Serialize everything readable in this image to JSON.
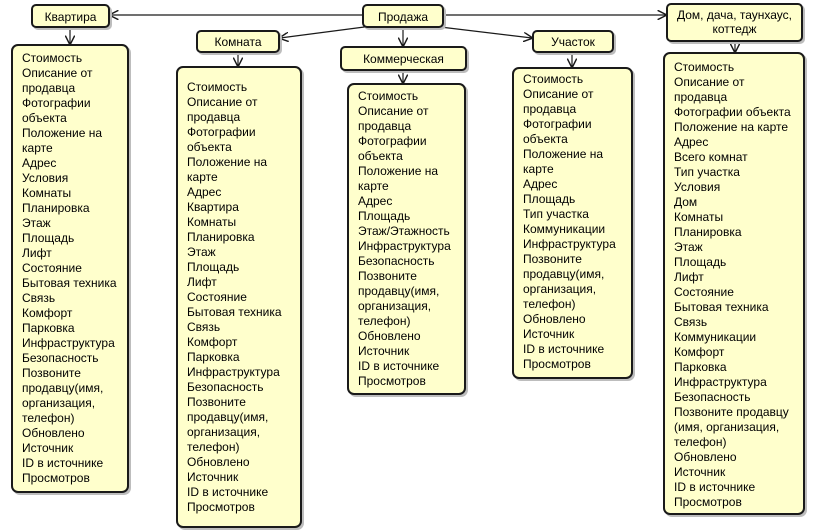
{
  "root": "Продажа",
  "categories": [
    {
      "label": "Квартира",
      "fields": [
        "Стоимость",
        "Описание от",
        "продавца",
        "Фотографии",
        "объекта",
        "Положение на",
        "карте",
        "Адрес",
        "Условия",
        "Комнаты",
        "Планировка",
        "Этаж",
        "Площадь",
        "Лифт",
        "Состояние",
        "Бытовая техника",
        "Связь",
        "Комфорт",
        "Парковка",
        "Инфраструктура",
        "Безопасность",
        "Позвоните",
        "продавцу(имя,",
        "организация,",
        "телефон)",
        "Обновлено",
        "Источник",
        "ID в источнике",
        "Просмотров"
      ]
    },
    {
      "label": "Комната",
      "fields": [
        "Стоимость",
        "Описание от",
        "продавца",
        "Фотографии",
        "объекта",
        "Положение на",
        "карте",
        "Адрес",
        "Квартира",
        "Комнаты",
        "Планировка",
        "Этаж",
        "Площадь",
        "Лифт",
        "Состояние",
        "Бытовая техника",
        "Связь",
        "Комфорт",
        "Парковка",
        "Инфраструктура",
        "Безопасность",
        "Позвоните",
        "продавцу(имя,",
        "организация,",
        "телефон)",
        "Обновлено",
        "Источник",
        "ID в источнике",
        "Просмотров"
      ]
    },
    {
      "label": "Коммерческая",
      "fields": [
        "Стоимость",
        "Описание от",
        "продавца",
        "Фотографии",
        "объекта",
        "Положение на",
        "карте",
        "Адрес",
        "Площадь",
        "Этаж/Этажность",
        "Инфраструктура",
        "Безопасность",
        "Позвоните",
        "продавцу(имя,",
        "организация,",
        "телефон)",
        "Обновлено",
        "Источник",
        "ID в источнике",
        "Просмотров"
      ]
    },
    {
      "label": "Участок",
      "fields": [
        "Стоимость",
        "Описание от",
        "продавца",
        "Фотографии",
        "объекта",
        "Положение на",
        "карте",
        "Адрес",
        "Площадь",
        "Тип участка",
        "Коммуникации",
        "Инфраструктура",
        "Позвоните",
        "продавцу(имя,",
        "организация,",
        "телефон)",
        "Обновлено",
        "Источник",
        "ID в источнике",
        "Просмотров"
      ]
    },
    {
      "label": "Дом, дача, таунхаус, коттедж",
      "fields": [
        "Стоимость",
        "Описание от",
        "продавца",
        "Фотографии объекта",
        "Положение на карте",
        "Адрес",
        "Всего комнат",
        "Тип участка",
        "Условия",
        "Дом",
        "Комнаты",
        "Планировка",
        "Этаж",
        "Площадь",
        "Лифт",
        "Состояние",
        "Бытовая техника",
        "Связь",
        "Коммуникации",
        "Комфорт",
        "Парковка",
        "Инфраструктура",
        "Безопасность",
        "Позвоните продавцу",
        "(имя, организация,",
        "телефон)",
        "Обновлено",
        "Источник",
        "ID в источнике",
        "Просмотров"
      ]
    }
  ]
}
